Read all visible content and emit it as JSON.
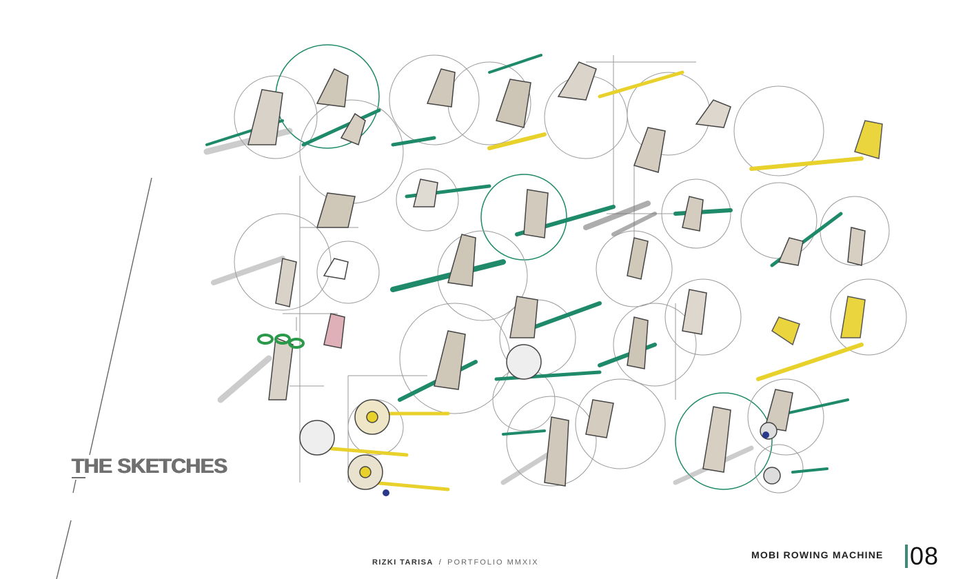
{
  "title": "THE SKETCHES",
  "footer": {
    "author": "RIZKI TARISA",
    "separator": "/",
    "subtitle": "PORTFOLIO  MMXIX"
  },
  "project": "MOBI ROWING MACHINE",
  "page_number": "08",
  "colors": {
    "accent_green": "#1f8a6a",
    "accent_yellow": "#e8d12a",
    "accent_teal": "#3d8a7a",
    "sketch_gray": "#8a8a8a",
    "title_gray": "#6f6f6f"
  }
}
